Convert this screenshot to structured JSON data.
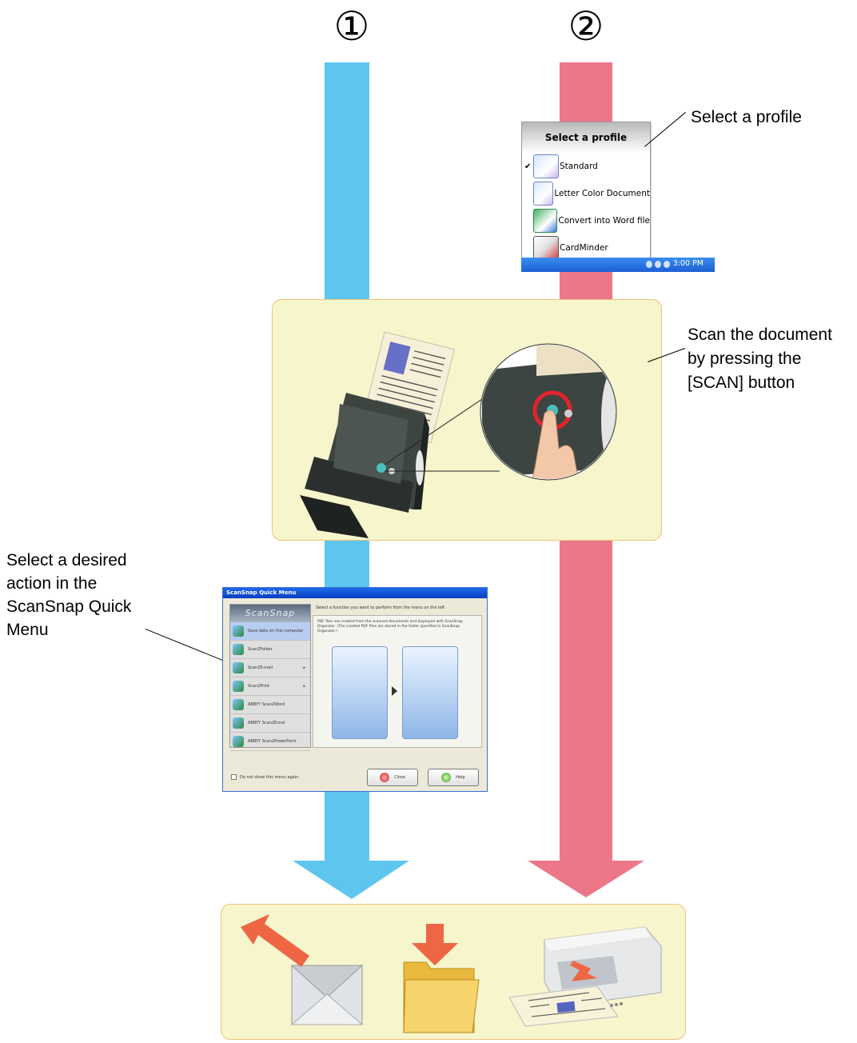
{
  "markers": {
    "route1": "①",
    "route2": "②"
  },
  "callouts": {
    "profile": "Select a profile",
    "scan_line1": "Scan the document",
    "scan_line2": "by pressing the",
    "scan_line3": "[SCAN] button",
    "quick_line1": "Select a desired",
    "quick_line2": "action in the",
    "quick_line3": "ScanSnap Quick",
    "quick_line4": "Menu"
  },
  "profile_menu": {
    "title": "Select a profile",
    "items": [
      {
        "label": "Standard",
        "checked": "✔"
      },
      {
        "label": "Letter Color Document"
      },
      {
        "label": "Convert into Word file"
      },
      {
        "label": "CardMinder"
      }
    ],
    "clock": "3:00 PM"
  },
  "quick_menu": {
    "title": "ScanSnap Quick Menu",
    "logo": "ScanSnap",
    "instruction": "Select a function you want to perform from the menu on the left.",
    "description": "PDF files are created from the scanned documents and displayed with ScanSnap Organizer. (The created PDF files are stored in the folder specified in ScanSnap Organizer.)",
    "items": [
      {
        "label": "Save data on this computer"
      },
      {
        "label": "Scan2Folder"
      },
      {
        "label": "Scan2E-mail",
        "arrow": "▸"
      },
      {
        "label": "Scan2Print",
        "arrow": "▸"
      },
      {
        "label": "ABBYY Scan2Word"
      },
      {
        "label": "ABBYY Scan2Excel"
      },
      {
        "label": "ABBYY Scan2PowerPoint"
      }
    ],
    "checkbox_label": "Do not show this menu again.",
    "close_label": "Close",
    "help_label": "Help"
  },
  "colors": {
    "route1": "#5ec6ee",
    "route2": "#eb7789",
    "panel_bg": "#f7f5cc",
    "panel_border": "#f0c27a",
    "accent_red": "#ee6644"
  },
  "icons": [
    "scanner-illustration",
    "envelope-icon",
    "folder-icon",
    "printer-icon",
    "outgoing-arrow-icon"
  ]
}
